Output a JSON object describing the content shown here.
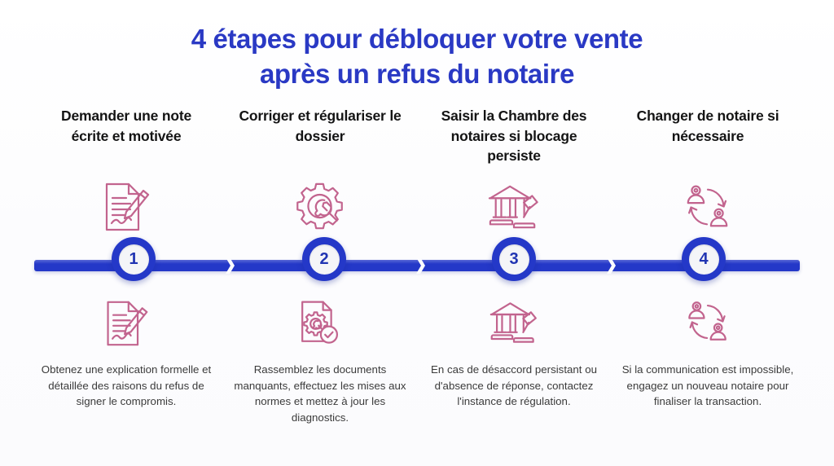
{
  "theme": {
    "background": "#fcfcfe",
    "title_color": "#2a39c4",
    "heading_color": "#141414",
    "body_color": "#3b3b3b",
    "timeline_color": "#2438c8",
    "node_fill": "#f4f5f8",
    "node_number_color": "#2034b2",
    "icon_color": "#c2648e"
  },
  "title": {
    "line1": "4 étapes pour débloquer votre vente",
    "line2": "après un refus du notaire"
  },
  "steps": [
    {
      "number": "1",
      "heading": "Demander une note écrite et motivée",
      "description": "Obtenez une explication formelle et détaillée des raisons du refus de signer le compromis.",
      "icon_top": "document-signature-icon",
      "icon_bottom": "document-signature-icon"
    },
    {
      "number": "2",
      "heading": "Corriger et régulariser le dossier",
      "description": "Rassemblez les documents manquants, effectuez les mises aux normes et mettez à jour les diagnostics.",
      "icon_top": "gear-wrench-icon",
      "icon_bottom": "document-gear-check-icon"
    },
    {
      "number": "3",
      "heading": "Saisir la Chambre des notaires si blocage persiste",
      "description": "En cas de désaccord persistant ou d'absence de réponse, contactez l'instance de régulation.",
      "icon_top": "courthouse-gavel-icon",
      "icon_bottom": "courthouse-gavel-icon"
    },
    {
      "number": "4",
      "heading": "Changer de notaire si nécessaire",
      "description": "Si la communication est impossible, engagez un nouveau notaire pour finaliser la transaction.",
      "icon_top": "people-exchange-icon",
      "icon_bottom": "people-exchange-icon"
    }
  ]
}
